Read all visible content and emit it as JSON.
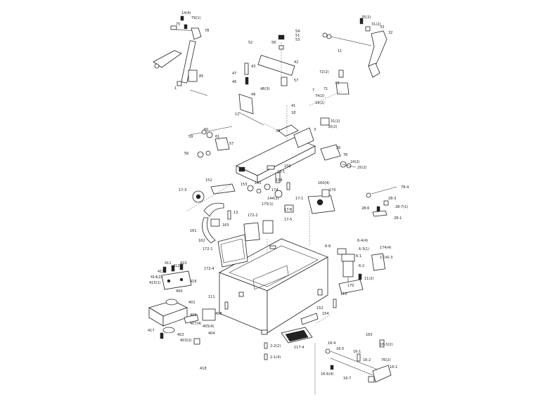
{
  "labels": {
    "l_140": "14(4)",
    "l_79": "79(1)",
    "l_75": "75",
    "l_78": "78",
    "l_85": "85",
    "l_b1": "1",
    "l_52": "52",
    "l_54": "54",
    "l_51": "51",
    "l_53": "53",
    "l_58": "58",
    "l_42": "42",
    "l_57": "57",
    "l_47": "47",
    "l_43": "43",
    "l_46": "46",
    "l_48": "48(3)",
    "l_49": "49",
    "l_12": "12",
    "l_35": "35(2)",
    "l_31": "31(2)",
    "l_33": "33",
    "l_32": "32",
    "l_11": "11",
    "l_72": "72(2)",
    "l_71": "71",
    "l_73": "73",
    "l_74": "74(2)",
    "l_7": "7",
    "l_19": "19(2)",
    "l_41": "41",
    "l_18": "18",
    "l_39": "39",
    "l_30": "30(2)",
    "l_31b": "31(2)",
    "l_3": "3",
    "l_60": "60",
    "l_61": "61",
    "l_57b": "57",
    "l_59": "59",
    "l_56": "56",
    "l_26": "26",
    "l_76": "76",
    "l_24": "24(2)",
    "l_25": "25(2)",
    "l_16": "16-1",
    "l_159": "159",
    "l_17": "17-3",
    "l_152": "152",
    "l_153": "153",
    "l_158": "158",
    "l_150": "150",
    "l_160": "160(4)",
    "l_170": "170",
    "l_171": "17-1",
    "l_17b": "17-B",
    "l_172": "172-2",
    "l_17_5": "17-5",
    "l_13": "13",
    "l_161": "161",
    "l_162": "162",
    "l_163": "163",
    "l_144": "144(2)",
    "l_174": "174",
    "l_175": "175(1)",
    "l_78_4": "78-4",
    "l_28_3": "28-3",
    "l_28_7": "28-7(1)",
    "l_28_6": "28-6",
    "l_28_1": "28-1",
    "l_172_1": "172-1",
    "l_172_4": "172-4",
    "l_111": "111",
    "l_6_8": "6-8",
    "l_6_4": "6-4(4)",
    "l_6_3": "6-3(1)",
    "l_6_1": "6-1",
    "l_6_2": "6-2",
    "l_174b": "174(4)",
    "l_171_3": "17(4)-3",
    "l_115": "115",
    "l_11_2": "11(2)",
    "l_170b": "170",
    "l_152b": "152",
    "l_154": "154",
    "l_411": "411",
    "l_412": "412",
    "l_410": "410",
    "l_413": "413",
    "l_414": "414(2)",
    "l_415": "415(1)",
    "l_416": "416",
    "l_400": "400",
    "l_401": "401",
    "l_406": "406",
    "l_408": "408",
    "l_407": "407(4)",
    "l_405": "405(4)",
    "l_404": "404",
    "l_417": "417",
    "l_402": "402",
    "l_403": "403(2)",
    "l_418": "418",
    "l_2_2": "2-2(2)",
    "l_2_1": "2-1(4)",
    "l_117": "117-4",
    "l_165": "165",
    "l_16_4": "16-4",
    "l_16_5": "16-5",
    "l_16_1": "16-1",
    "l_16_2": "16-2",
    "l_16_3": "16-3(2)",
    "l_16_6": "16-6(4)",
    "l_16_7": "16-7",
    "l_76_2": "76(2)",
    "l_16_8": "16-1"
  }
}
